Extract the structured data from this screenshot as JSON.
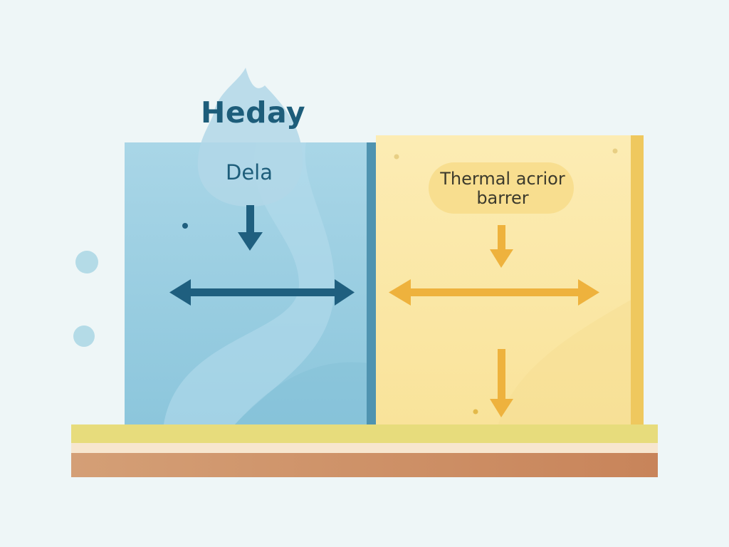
{
  "diagram": {
    "title": "Heday",
    "left_panel": {
      "label": "Dela"
    },
    "right_panel": {
      "label_line1": "Thermal acrior",
      "label_line2": "barrer"
    },
    "colors": {
      "background": "#eef6f7",
      "blue_panel": "#9fcfe0",
      "blue_panel_edge": "#4f93b0",
      "blue_arrow": "#1f5f7f",
      "yellow_panel": "#fbe9a9",
      "yellow_panel_edge": "#efc85e",
      "yellow_arrow": "#eeb23d",
      "base_top": "#e7dc7c",
      "base_bottom": "#c9885e"
    }
  }
}
